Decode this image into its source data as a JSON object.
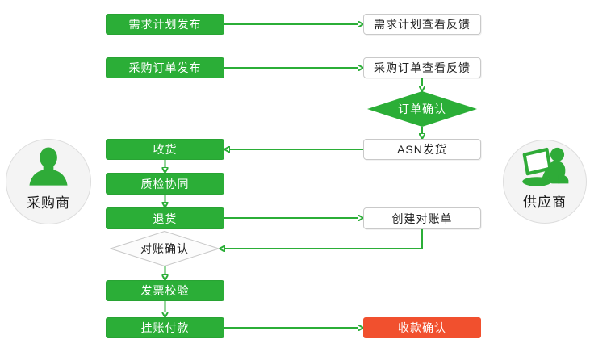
{
  "diagram": "procurement-supplier-collaboration-flow",
  "colors": {
    "green": "#2bae37",
    "red": "#f1502e",
    "line": "#2bae37",
    "outline_border": "#c9c9c9",
    "circle_fill": "#f4f4f4",
    "circle_border": "#dddddd"
  },
  "actors": {
    "buyer": {
      "label": "采购商",
      "icon": "buyer-person-icon"
    },
    "supplier": {
      "label": "供应商",
      "icon": "supplier-laptop-icon"
    }
  },
  "nodes": {
    "demand_plan_publish": {
      "label": "需求计划发布",
      "style": "green"
    },
    "demand_plan_feedback": {
      "label": "需求计划查看反馈",
      "style": "outline"
    },
    "po_publish": {
      "label": "采购订单发布",
      "style": "green"
    },
    "po_feedback": {
      "label": "采购订单查看反馈",
      "style": "outline"
    },
    "order_confirm": {
      "label": "订单确认",
      "style": "green-diamond"
    },
    "receive_goods": {
      "label": "收货",
      "style": "green"
    },
    "asn_ship": {
      "label": "ASN发货",
      "style": "outline"
    },
    "quality_collab": {
      "label": "质检协同",
      "style": "green"
    },
    "return_goods": {
      "label": "退货",
      "style": "green"
    },
    "create_statement": {
      "label": "创建对账单",
      "style": "outline"
    },
    "statement_confirm": {
      "label": "对账确认",
      "style": "gray-diamond"
    },
    "invoice_check": {
      "label": "发票校验",
      "style": "green"
    },
    "book_payment": {
      "label": "挂账付款",
      "style": "green"
    },
    "receipt_confirm": {
      "label": "收款确认",
      "style": "red"
    }
  },
  "edges": [
    {
      "from": "demand_plan_publish",
      "to": "demand_plan_feedback"
    },
    {
      "from": "po_publish",
      "to": "po_feedback"
    },
    {
      "from": "po_feedback",
      "to": "order_confirm"
    },
    {
      "from": "order_confirm",
      "to": "asn_ship"
    },
    {
      "from": "asn_ship",
      "to": "receive_goods"
    },
    {
      "from": "receive_goods",
      "to": "quality_collab"
    },
    {
      "from": "quality_collab",
      "to": "return_goods"
    },
    {
      "from": "return_goods",
      "to": "create_statement"
    },
    {
      "from": "create_statement",
      "to": "statement_confirm"
    },
    {
      "from": "statement_confirm",
      "to": "invoice_check"
    },
    {
      "from": "invoice_check",
      "to": "book_payment"
    },
    {
      "from": "book_payment",
      "to": "receipt_confirm"
    }
  ]
}
